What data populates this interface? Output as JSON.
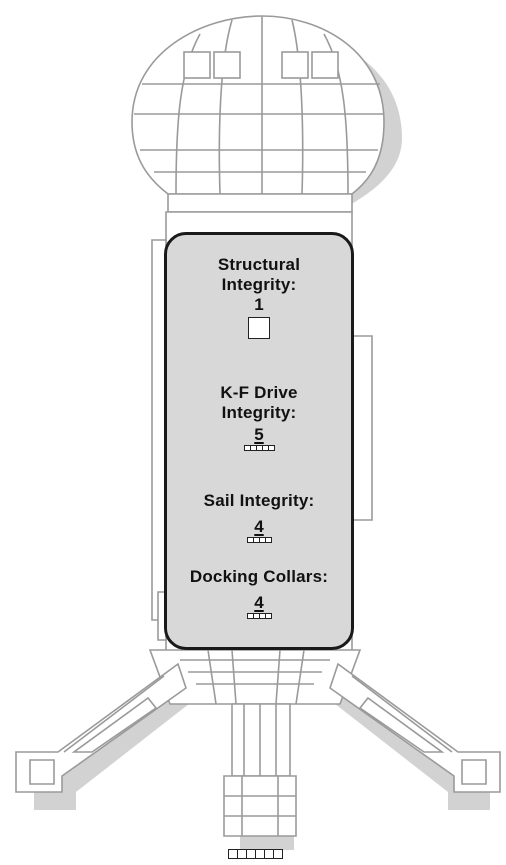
{
  "panel": {
    "structural": {
      "label_line1": "Structural",
      "label_line2": "Integrity:",
      "value": "1",
      "boxes": 1
    },
    "kf_drive": {
      "label_line1": "K-F Drive",
      "label_line2": "Integrity:",
      "value": "5",
      "boxes": 5
    },
    "sail": {
      "label": "Sail Integrity:",
      "value": "4",
      "boxes": 4
    },
    "docking": {
      "label": "Docking Collars:",
      "value": "4",
      "boxes": 4
    }
  },
  "bottom_track": {
    "boxes": 6
  },
  "colors": {
    "panel_fill": "#d8d8d8",
    "hull_line": "#9a9a9a",
    "shadow": "#cfcfcf",
    "ink": "#111111"
  }
}
